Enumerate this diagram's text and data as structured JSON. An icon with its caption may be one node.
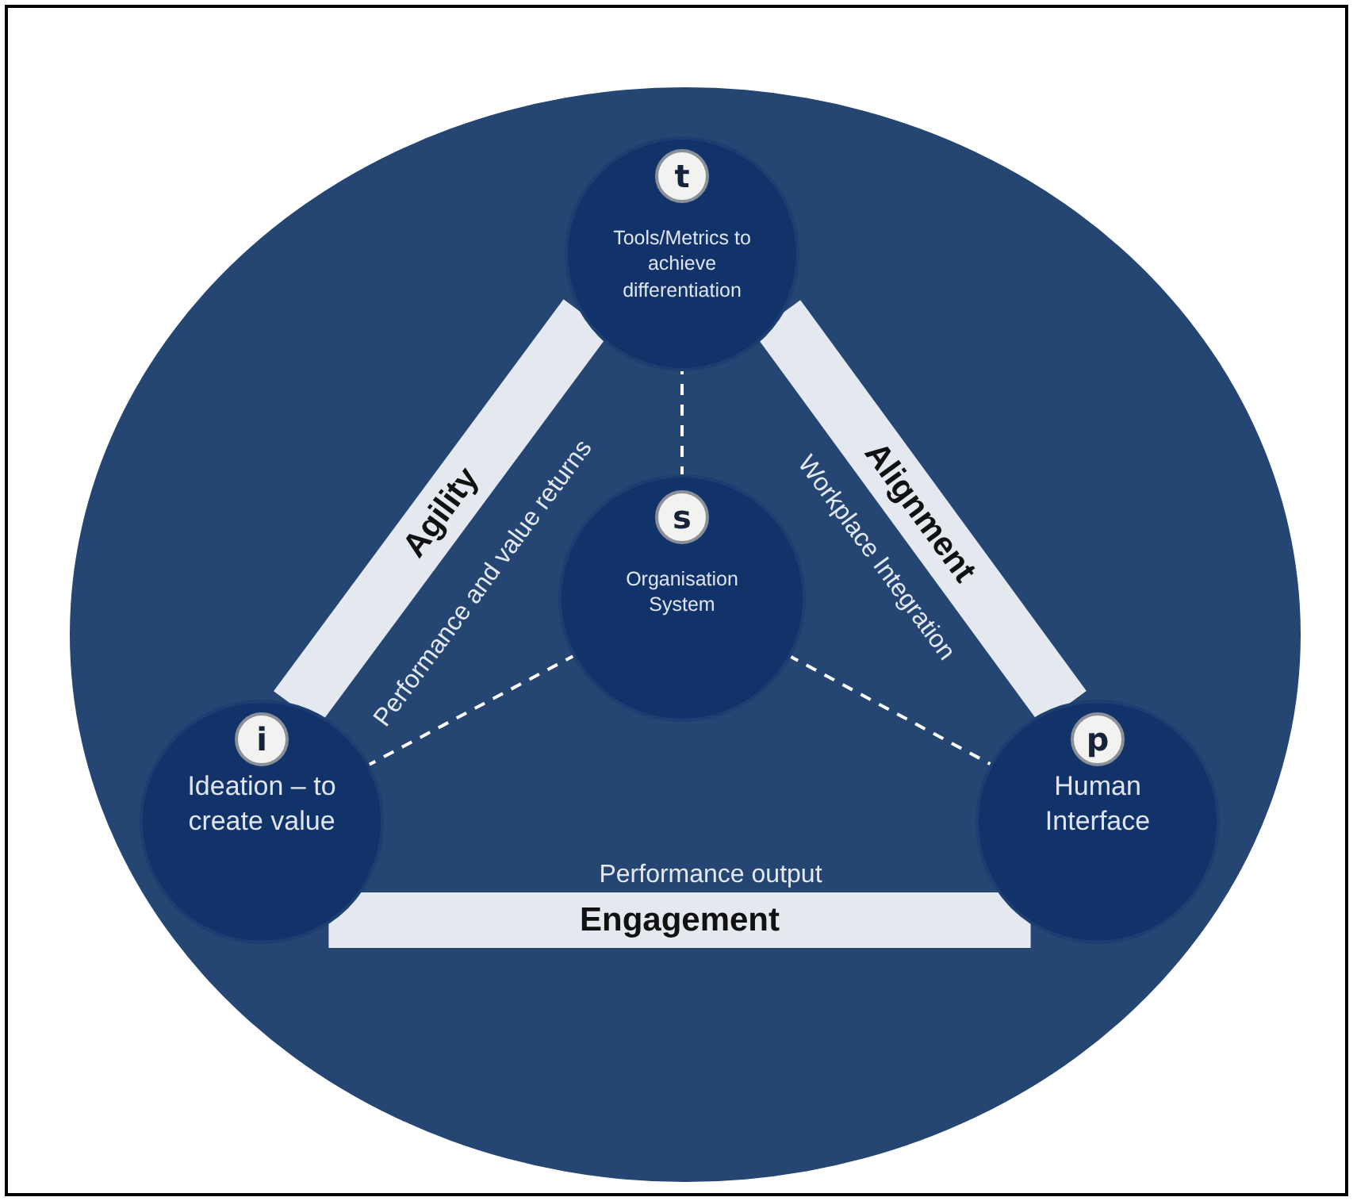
{
  "diagram": {
    "nodes": [
      {
        "text": [
          "t",
          "Tools/Metrics to achieve differentiation"
        ]
      },
      {
        "text": [
          "s",
          "Organisation System"
        ]
      },
      {
        "text": [
          "i",
          "Ideation – to create value"
        ]
      },
      {
        "text": [
          "p",
          "Human Interface"
        ]
      }
    ],
    "edges": [
      {
        "from": 0,
        "to": 2,
        "arrow": "none",
        "label": "Agility",
        "style": "thick",
        "color": "#e4e8ef"
      },
      {
        "from": 0,
        "to": 3,
        "arrow": "none",
        "label": "Alignment",
        "style": "thick",
        "color": "#e4e8ef"
      },
      {
        "from": 2,
        "to": 3,
        "arrow": "none",
        "label": "Engagement",
        "style": "thick",
        "color": "#e4e8ef"
      },
      {
        "from": 1,
        "to": 0,
        "arrow": "none",
        "style": "dashed"
      },
      {
        "from": 1,
        "to": 2,
        "arrow": "none",
        "style": "dashed"
      },
      {
        "from": 1,
        "to": 3,
        "arrow": "none",
        "style": "dashed"
      }
    ],
    "labels": [
      "Performance and value returns",
      "Workplace Integration",
      "Performance output"
    ]
  }
}
